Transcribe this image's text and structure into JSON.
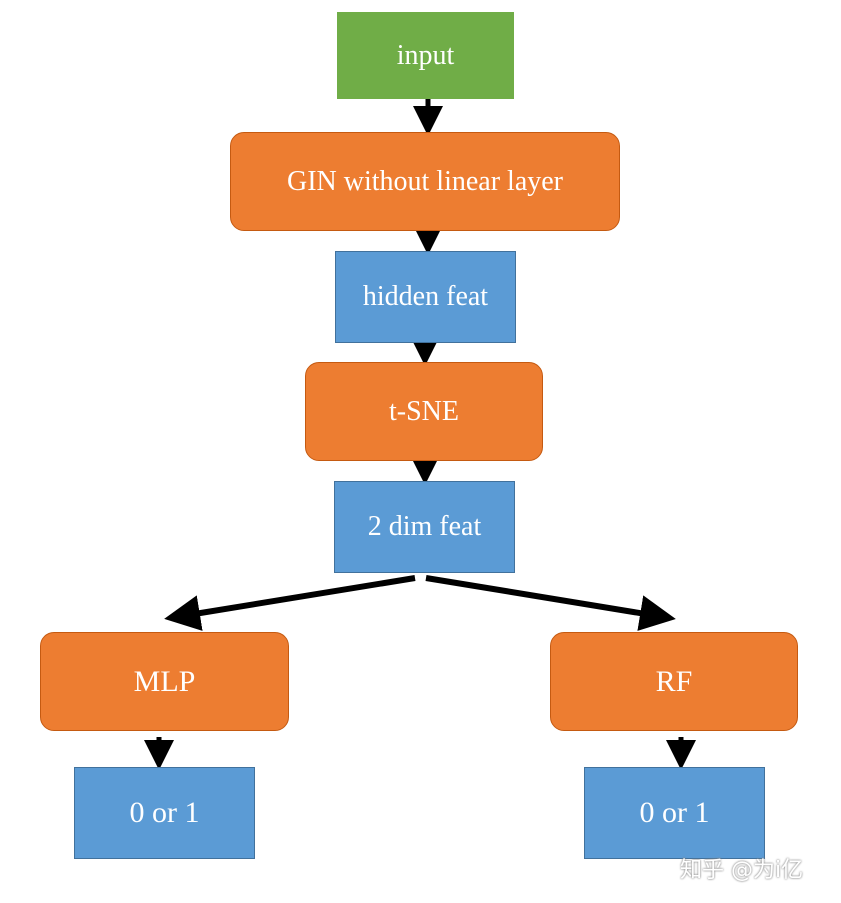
{
  "diagram": {
    "nodes": {
      "input": "input",
      "gin": "GIN without linear layer",
      "hidden_feat": "hidden feat",
      "tsne": "t-SNE",
      "two_dim_feat": "2 dim feat",
      "mlp": "MLP",
      "rf": "RF",
      "output_left": "0 or 1",
      "output_right": "0 or 1"
    },
    "edges": [
      {
        "from": "input",
        "to": "GIN without linear layer"
      },
      {
        "from": "GIN without linear layer",
        "to": "hidden feat"
      },
      {
        "from": "hidden feat",
        "to": "t-SNE"
      },
      {
        "from": "t-SNE",
        "to": "2 dim feat"
      },
      {
        "from": "2 dim feat",
        "to": "MLP"
      },
      {
        "from": "2 dim feat",
        "to": "RF"
      },
      {
        "from": "MLP",
        "to": "0 or 1"
      },
      {
        "from": "RF",
        "to": "0 or 1"
      }
    ],
    "colors": {
      "input_fill": "#70ad47",
      "model_fill": "#ed7d31",
      "feature_fill": "#5b9bd5",
      "arrow": "#000000"
    }
  },
  "watermark": "知乎 @为i亿"
}
